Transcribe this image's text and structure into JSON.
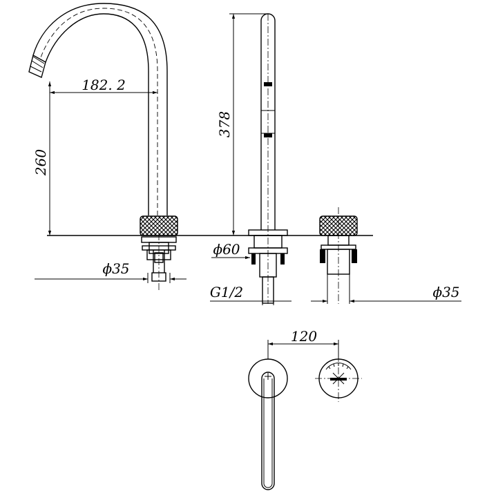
{
  "dimensions": {
    "spout_reach": "182. 2",
    "spout_height": "260",
    "total_height": "378",
    "base_diameter": "ϕ60",
    "thread_size": "G1/2",
    "left_handle_diameter": "ϕ35",
    "right_handle_diameter": "ϕ35",
    "handle_spacing": "120"
  },
  "colors": {
    "line": "#000000",
    "background": "#ffffff"
  }
}
